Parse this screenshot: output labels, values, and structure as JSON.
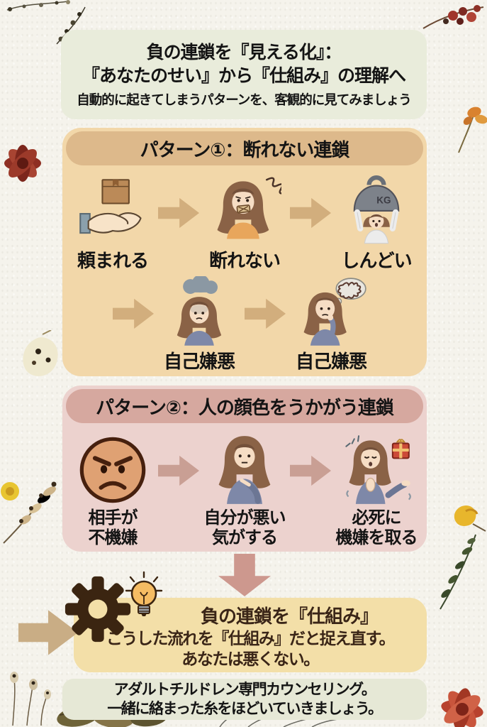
{
  "title": {
    "line1": "負の連鎖を『見える化』：",
    "line2": "『あなたのせい』から『仕組み』の理解へ",
    "subtitle": "自動的に起きてしまうパターンを、客観的に見てみましょう"
  },
  "pattern1": {
    "header": "パターン①：断れない連鎖",
    "row1": [
      {
        "icon": "hand-receiving-box-icon",
        "label": "頼まれる"
      },
      {
        "icon": "taped-mouth-woman-icon",
        "label": "断れない"
      },
      {
        "icon": "woman-lifting-weight-icon",
        "label": "しんどい",
        "badge": "KG"
      }
    ],
    "row2": [
      {
        "icon": "woman-rain-cloud-icon",
        "label": "自己嫌悪"
      },
      {
        "icon": "woman-tangled-thought-icon",
        "label": "自己嫌悪"
      }
    ]
  },
  "pattern2": {
    "header": "パターン②：人の顔色をうかがう連鎖",
    "row": [
      {
        "icon": "angry-face-icon",
        "line1": "相手が",
        "line2": "不機嫌"
      },
      {
        "icon": "woman-pointing-self-icon",
        "line1": "自分が悪い",
        "line2": "気がする"
      },
      {
        "icon": "woman-pleasing-gift-icon",
        "line1": "必死に",
        "line2": "機嫌を取る"
      }
    ]
  },
  "conclusion": {
    "icons": [
      "gear-icon",
      "lightbulb-icon"
    ],
    "heading": "負の連鎖を『仕組み』",
    "line1": "こうした流れを『仕組み』だと捉え直す。",
    "line2": "あなたは悪くない。"
  },
  "footer": {
    "line1": "アダルトチルドレン専門カウンセリング。",
    "line2": "一緒に絡まった糸をほどいていきましょう。"
  },
  "colors": {
    "paper": "#f5f3ec",
    "title_card": "#e9ecdb",
    "pattern1_card": "#f2d7a9",
    "pattern1_pill": "#ddb98b",
    "pattern1_arrow": "#d2ae7d",
    "pattern2_card": "#ecd2ce",
    "pattern2_pill": "#d6a89f",
    "pattern2_arrow": "#c99f94",
    "down_arrow": "#cd988e",
    "conclusion_box": "#f3dfa8",
    "conclusion_text": "#3a2517",
    "big_arrow": "#c9ad85",
    "footer_card": "#e6e8d6",
    "text": "#141414"
  }
}
